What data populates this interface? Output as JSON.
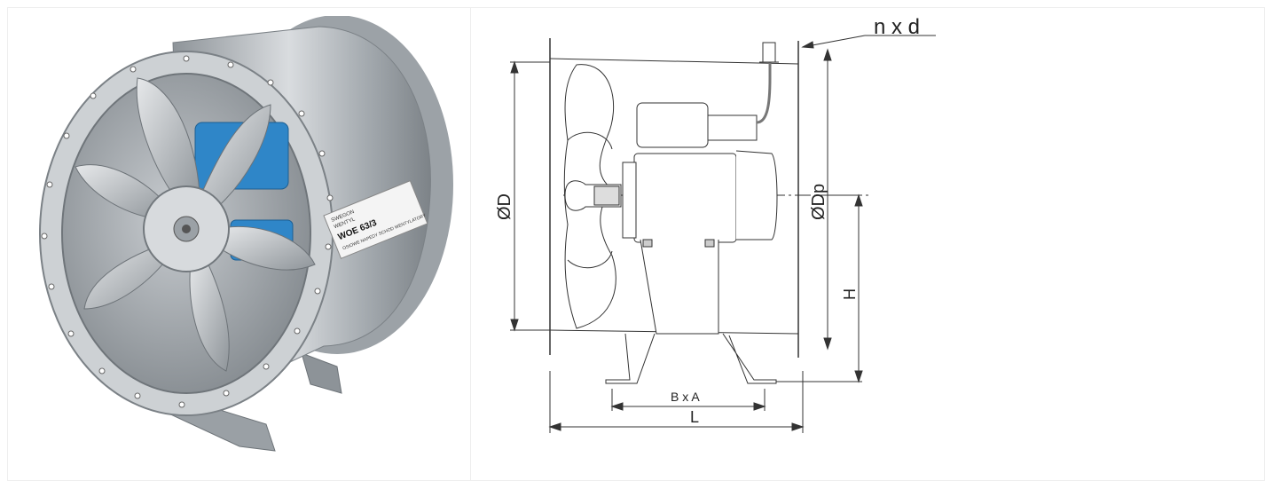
{
  "photo": {
    "plate_line1": "SWEGON",
    "plate_line2": "WENTYL",
    "plate_model": "WOE 63/3",
    "plate_desc": "OSIOWE NAPEDY SCHOD WENTYLATORY"
  },
  "drawing": {
    "label_nxd": "n x d",
    "label_D": "ØD",
    "label_Dp": "ØDp",
    "label_H": "H",
    "label_BxA": "B x A",
    "label_L": "L"
  },
  "colors": {
    "steel": "#b7bcc0",
    "motor_blue": "#2f86c8",
    "line": "#333333"
  }
}
